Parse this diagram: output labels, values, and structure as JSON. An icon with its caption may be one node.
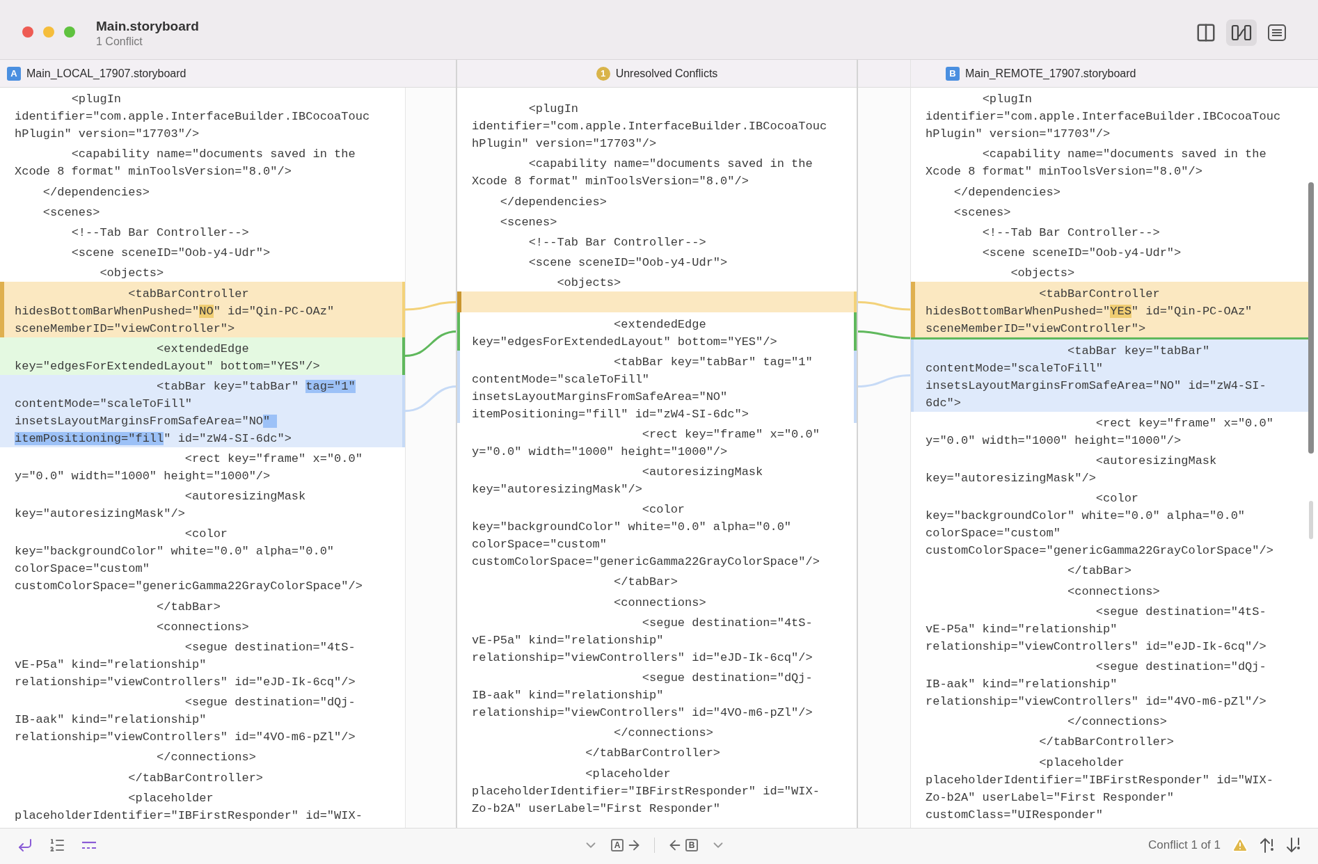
{
  "diagram": {
    "title": "Main.storyboard",
    "nodes": [
      {
        "text": [
          "A",
          "Main_LOCAL_17907.storyboard",
          "        <plugIn identifier=\"com.apple.InterfaceBuilder.IBCocoaTouchPlugin\" version=\"17703\"/>",
          "        <capability name=\"documents saved in the Xcode 8 format\" minToolsVersion=\"8.0\"/>",
          "    </dependencies>",
          "    <scenes>",
          "        <!--Tab Bar Controller-->",
          "        <scene sceneID=\"Oob-y4-Udr\">",
          "            <objects>",
          "                        <rect key=\"frame\" x=\"0.0\" y=\"0.0\" width=\"1000\" height=\"1000\"/>",
          "                        <autoresizingMask key=\"autoresizingMask\"/>",
          "                        <color key=\"backgroundColor\" white=\"0.0\" alpha=\"0.0\" colorSpace=\"custom\" customColorSpace=\"genericGamma22GrayColorSpace\"/>",
          "                    </tabBar>",
          "                    <connections>",
          "                        <segue destination=\"4tS-vE-P5a\" kind=\"relationship\" relationship=\"viewControllers\" id=\"eJD-Ik-6cq\"/>",
          "                        <segue destination=\"dQj-IB-aak\" kind=\"relationship\" relationship=\"viewControllers\" id=\"4VO-m6-pZl\"/>",
          "                    </connections>",
          "                </tabBarController>",
          "                <placeholder placeholderIdentifier=\"IBFirstResponder\" id=\"WIX-"
        ]
      },
      {
        "text": [
          "                <tabBarController hidesBottomBarWhenPushed=\"NO\" id=\"Qin-PC-OAz\" sceneMemberID=\"viewController\">"
        ],
        "in": 0
      },
      {
        "text": [
          "                    <extendedEdge key=\"edgesForExtendedLayout\" bottom=\"YES\"/>"
        ],
        "in": 0
      },
      {
        "text": [
          "                    <tabBar key=\"tabBar\" tag=\"1\" contentMode=\"scaleToFill\" insetsLayoutMarginsFromSafeArea=\"NO\" itemPositioning=\"fill\" id=\"zW4-SI-6dc\">"
        ],
        "in": 0
      },
      {
        "text": [
          "1",
          "Unresolved Conflicts",
          "        <plugIn identifier=\"com.apple.InterfaceBuilder.IBCocoaTouchPlugin\" version=\"17703\"/>",
          "        <capability name=\"documents saved in the Xcode 8 format\" minToolsVersion=\"8.0\"/>",
          "    </dependencies>",
          "    <scenes>",
          "        <!--Tab Bar Controller-->",
          "        <scene sceneID=\"Oob-y4-Udr\">",
          "            <objects>",
          "                        <rect key=\"frame\" x=\"0.0\" y=\"0.0\" width=\"1000\" height=\"1000\"/>",
          "                        <autoresizingMask key=\"autoresizingMask\"/>",
          "                        <color key=\"backgroundColor\" white=\"0.0\" alpha=\"0.0\" colorSpace=\"custom\" customColorSpace=\"genericGamma22GrayColorSpace\"/>",
          "                    </tabBar>",
          "                    <connections>",
          "                        <segue destination=\"4tS-vE-P5a\" kind=\"relationship\" relationship=\"viewControllers\" id=\"eJD-Ik-6cq\"/>",
          "                        <segue destination=\"dQj-IB-aak\" kind=\"relationship\" relationship=\"viewControllers\" id=\"4VO-m6-pZl\"/>",
          "                    </connections>",
          "                </tabBarController>",
          "                <placeholder placeholderIdentifier=\"IBFirstResponder\" id=\"WIX-Zo-b2A\" userLabel=\"First Responder\""
        ]
      },
      {
        "text": [],
        "shape": "bar",
        "in": 4
      },
      {
        "text": [
          "                    <extendedEdge key=\"edgesForExtendedLayout\" bottom=\"YES\"/>"
        ],
        "in": 4
      },
      {
        "text": [
          "                    <tabBar key=\"tabBar\" tag=\"1\" contentMode=\"scaleToFill\" insetsLayoutMarginsFromSafeArea=\"NO\" itemPositioning=\"fill\" id=\"zW4-SI-6dc\">"
        ],
        "in": 4
      },
      {
        "text": [
          "B",
          "Main_REMOTE_17907.storyboard",
          "        <plugIn identifier=\"com.apple.InterfaceBuilder.IBCocoaTouchPlugin\" version=\"17703\"/>",
          "        <capability name=\"documents saved in the Xcode 8 format\" minToolsVersion=\"8.0\"/>",
          "    </dependencies>",
          "    <scenes>",
          "        <!--Tab Bar Controller-->",
          "        <scene sceneID=\"Oob-y4-Udr\">",
          "            <objects>",
          "                        <rect key=\"frame\" x=\"0.0\" y=\"0.0\" width=\"1000\" height=\"1000\"/>",
          "                        <autoresizingMask key=\"autoresizingMask\"/>",
          "                        <color key=\"backgroundColor\" white=\"0.0\" alpha=\"0.0\" colorSpace=\"custom\" customColorSpace=\"genericGamma22GrayColorSpace\"/>",
          "                    </tabBar>",
          "                    <connections>",
          "                        <segue destination=\"4tS-vE-P5a\" kind=\"relationship\" relationship=\"viewControllers\" id=\"eJD-Ik-6cq\"/>",
          "                        <segue destination=\"dQj-IB-aak\" kind=\"relationship\" relationship=\"viewControllers\" id=\"4VO-m6-pZl\"/>",
          "                    </connections>",
          "                </tabBarController>",
          "                <placeholder placeholderIdentifier=\"IBFirstResponder\" id=\"WIX-Zo-b2A\" userLabel=\"First Responder\" customClass=\"UIResponder\""
        ]
      },
      {
        "text": [
          "                <tabBarController hidesBottomBarWhenPushed=\"YES\" id=\"Qin-PC-OAz\" sceneMemberID=\"viewController\">"
        ],
        "in": 8
      },
      {
        "text": [],
        "shape": "bar",
        "in": 8
      },
      {
        "text": [
          "                    <tabBar key=\"tabBar\" contentMode=\"scaleToFill\" insetsLayoutMarginsFromSafeArea=\"NO\" id=\"zW4-SI-6dc\">"
        ],
        "in": 8
      }
    ],
    "edges": [
      {
        "from": 1,
        "to": 5,
        "arrow": "none",
        "color": "#f3d27a"
      },
      {
        "from": 2,
        "to": 6,
        "arrow": "none",
        "color": "#5fb85c"
      },
      {
        "from": 3,
        "to": 7,
        "arrow": "none",
        "color": "#c6daf6"
      },
      {
        "from": 5,
        "to": 9,
        "arrow": "none",
        "color": "#f3d27a"
      },
      {
        "from": 6,
        "to": 10,
        "arrow": "none",
        "color": "#5fb85c"
      },
      {
        "from": 7,
        "to": 11,
        "arrow": "none",
        "color": "#c6daf6"
      }
    ],
    "labels": [
      "1 Conflict",
      "A",
      "B",
      "Conflict 1 of 1"
    ]
  }
}
